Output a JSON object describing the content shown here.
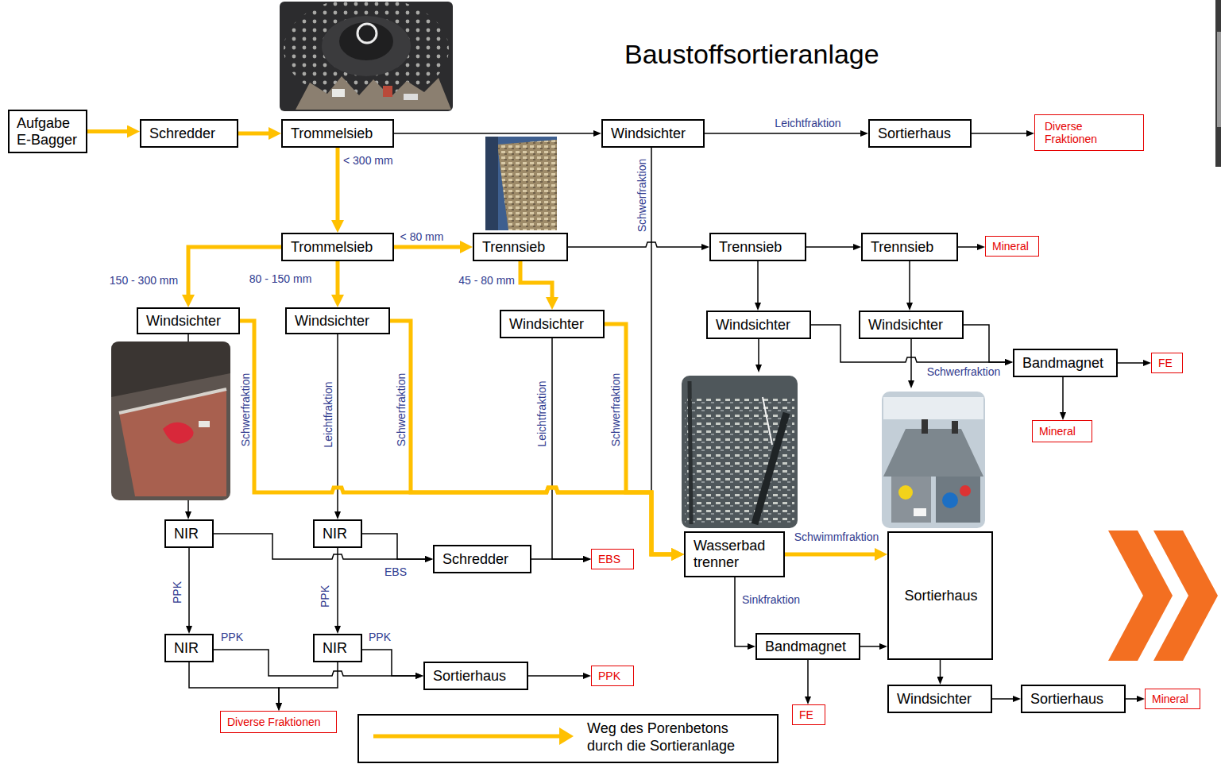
{
  "diagram": {
    "title": "Baustoffsortieranlage",
    "nodes": [
      {
        "text": [
          "Aufgabe E-Bagger"
        ]
      },
      {
        "text": [
          "Schredder"
        ]
      },
      {
        "text": [
          "Trommelsieb"
        ]
      },
      {
        "text": [
          "Windsichter"
        ]
      },
      {
        "text": [
          "Sortierhaus"
        ]
      },
      {
        "text": [
          "Diverse Fraktionen"
        ]
      },
      {
        "text": [
          "Trommelsieb"
        ]
      },
      {
        "text": [
          "Trennsieb"
        ]
      },
      {
        "text": [
          "Trennsieb"
        ]
      },
      {
        "text": [
          "Trennsieb"
        ]
      },
      {
        "text": [
          "Mineral"
        ]
      },
      {
        "text": [
          "Windsichter"
        ]
      },
      {
        "text": [
          "Windsichter"
        ]
      },
      {
        "text": [
          "Windsichter"
        ]
      },
      {
        "text": [
          "Windsichter"
        ]
      },
      {
        "text": [
          "Windsichter"
        ]
      },
      {
        "text": [
          "Bandmagnet"
        ]
      },
      {
        "text": [
          "FE"
        ]
      },
      {
        "text": [
          "Mineral"
        ]
      },
      {
        "text": [
          "NIR"
        ]
      },
      {
        "text": [
          "NIR"
        ]
      },
      {
        "text": [
          "Schredder"
        ]
      },
      {
        "text": [
          "EBS"
        ]
      },
      {
        "text": [
          "Wasserbad trenner"
        ]
      },
      {
        "text": [
          "Sortierhaus"
        ]
      },
      {
        "text": [
          "NIR"
        ]
      },
      {
        "text": [
          "NIR"
        ]
      },
      {
        "text": [
          "Sortierhaus"
        ]
      },
      {
        "text": [
          "PPK"
        ]
      },
      {
        "text": [
          "Bandmagnet"
        ]
      },
      {
        "text": [
          "FE"
        ]
      },
      {
        "text": [
          "Diverse Fraktionen"
        ]
      },
      {
        "text": [
          "Windsichter"
        ]
      },
      {
        "text": [
          "Sortierhaus"
        ]
      },
      {
        "text": [
          "Mineral"
        ]
      }
    ],
    "edges": [
      {
        "from": 0,
        "to": 1,
        "arrow": "to"
      },
      {
        "from": 1,
        "to": 2,
        "arrow": "to"
      },
      {
        "from": 2,
        "to": 3,
        "arrow": "to"
      },
      {
        "from": 3,
        "to": 4,
        "label": "Leichtfraktion",
        "arrow": "to"
      },
      {
        "from": 4,
        "to": 5,
        "arrow": "to"
      },
      {
        "from": 3,
        "to": 23,
        "label": "Schwerfraktion",
        "arrow": "to"
      },
      {
        "from": 2,
        "to": 6,
        "label": "< 300 mm",
        "arrow": "to"
      },
      {
        "from": 6,
        "to": 7,
        "label": "< 80 mm",
        "arrow": "to"
      },
      {
        "from": 6,
        "to": 11,
        "label": "150 - 300 mm",
        "arrow": "to"
      },
      {
        "from": 6,
        "to": 12,
        "label": "80 - 150 mm",
        "arrow": "to"
      },
      {
        "from": 7,
        "to": 13,
        "label": "45 - 80 mm",
        "arrow": "to"
      },
      {
        "from": 7,
        "to": 8,
        "arrow": "to"
      },
      {
        "from": 8,
        "to": 9,
        "arrow": "to"
      },
      {
        "from": 9,
        "to": 10,
        "arrow": "to"
      },
      {
        "from": 8,
        "to": 14,
        "arrow": "to"
      },
      {
        "from": 9,
        "to": 15,
        "arrow": "to"
      },
      {
        "from": 14,
        "to": 16,
        "label": "Schwerfraktion",
        "arrow": "to"
      },
      {
        "from": 15,
        "to": 16,
        "arrow": "to"
      },
      {
        "from": 16,
        "to": 17,
        "arrow": "to"
      },
      {
        "from": 16,
        "to": 18,
        "arrow": "to"
      },
      {
        "from": 11,
        "to": 19,
        "arrow": "to"
      },
      {
        "from": 11,
        "to": 23,
        "label": "Schwerfraktion",
        "arrow": "to"
      },
      {
        "from": 12,
        "to": 20,
        "label": "Leichtfraktion",
        "arrow": "to"
      },
      {
        "from": 12,
        "to": 23,
        "label": "Schwerfraktion",
        "arrow": "to"
      },
      {
        "from": 13,
        "to": 22,
        "label": "Leichtfraktion",
        "arrow": "to"
      },
      {
        "from": 13,
        "to": 23,
        "label": "Schwerfraktion",
        "arrow": "to"
      },
      {
        "from": 23,
        "to": 24,
        "label": "Schwimmfraktion",
        "arrow": "to"
      },
      {
        "from": 23,
        "to": 29,
        "label": "Sinkfraktion",
        "arrow": "to"
      },
      {
        "from": 29,
        "to": 24,
        "arrow": "to"
      },
      {
        "from": 29,
        "to": 30,
        "arrow": "to"
      },
      {
        "from": 24,
        "to": 32,
        "arrow": "to"
      },
      {
        "from": 32,
        "to": 33,
        "arrow": "to"
      },
      {
        "from": 33,
        "to": 34,
        "arrow": "to"
      },
      {
        "from": 19,
        "to": 21,
        "arrow": "to"
      },
      {
        "from": 20,
        "to": 21,
        "label": "EBS",
        "arrow": "to"
      },
      {
        "from": 21,
        "to": 22,
        "arrow": "to"
      },
      {
        "from": 19,
        "to": 25,
        "label": "PPK",
        "arrow": "to"
      },
      {
        "from": 20,
        "to": 26,
        "label": "PPK",
        "arrow": "to"
      },
      {
        "from": 25,
        "to": 27,
        "label": "PPK",
        "arrow": "to"
      },
      {
        "from": 26,
        "to": 27,
        "label": "PPK",
        "arrow": "to"
      },
      {
        "from": 25,
        "to": 31,
        "arrow": "to"
      },
      {
        "from": 26,
        "to": 31,
        "arrow": "to"
      },
      {
        "from": 27,
        "to": 28,
        "arrow": "to"
      }
    ],
    "legend": [
      {
        "text": "Weg des Porenbetons durch die Sortieranlage"
      }
    ]
  }
}
